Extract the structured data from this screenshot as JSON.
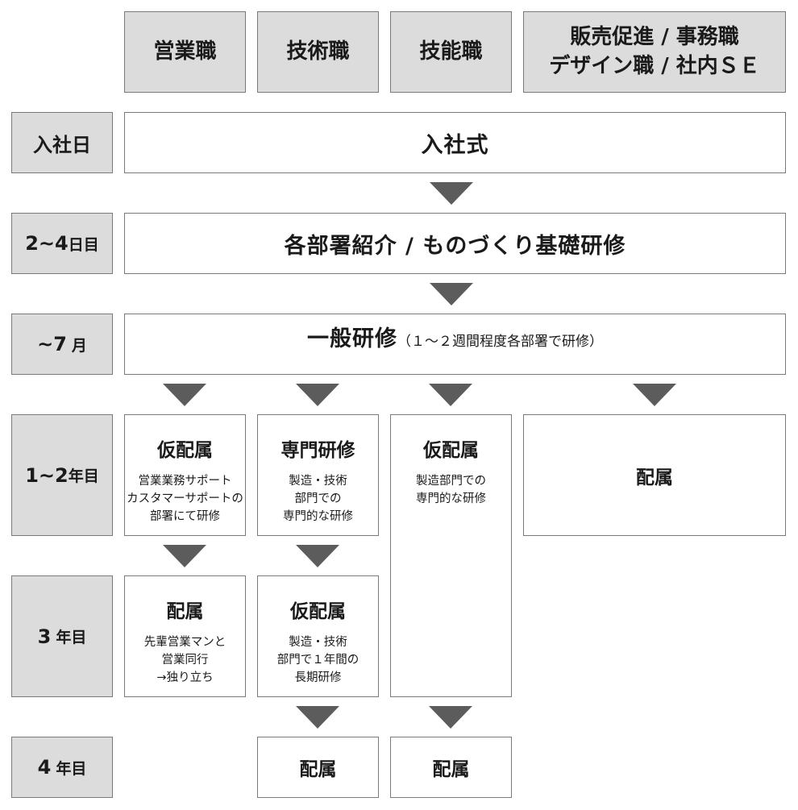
{
  "columns": {
    "sales": "営業職",
    "technical": "技術職",
    "skilled": "技能職",
    "other_line1": "販売促進 / 事務職",
    "other_line2": "デザイン職 / 社内ＳＥ"
  },
  "rows": {
    "day1": "入社日",
    "day2_4_num": "2~4",
    "day2_4_unit": "日目",
    "until_july_num": "~7",
    "until_july_unit": "月",
    "year1_2_num": "1~2",
    "year1_2_unit": "年目",
    "year3_num": "3",
    "year3_unit": "年目",
    "year4_num": "4",
    "year4_unit": "年目"
  },
  "stages": {
    "ceremony": "入社式",
    "intro_training": "各部署紹介 / ものづくり基礎研修",
    "general_training": "一般研修",
    "general_training_note": "（１～２週間程度各部署で研修）"
  },
  "year1_2": {
    "sales_title": "仮配属",
    "sales_desc": [
      "営業業務サポート",
      "カスタマーサポートの",
      "部署にて研修"
    ],
    "technical_title": "専門研修",
    "technical_desc": [
      "製造・技術",
      "部門での",
      "専門的な研修"
    ],
    "skilled_title": "仮配属",
    "skilled_desc": [
      "製造部門での",
      "専門的な研修"
    ],
    "other_title": "配属"
  },
  "year3": {
    "sales_title": "配属",
    "sales_desc": [
      "先輩営業マンと",
      "営業同行",
      "→独り立ち"
    ],
    "technical_title": "仮配属",
    "technical_desc": [
      "製造・技術",
      "部門で１年間の",
      "長期研修"
    ]
  },
  "year4": {
    "technical_title": "配属",
    "skilled_title": "配属"
  }
}
